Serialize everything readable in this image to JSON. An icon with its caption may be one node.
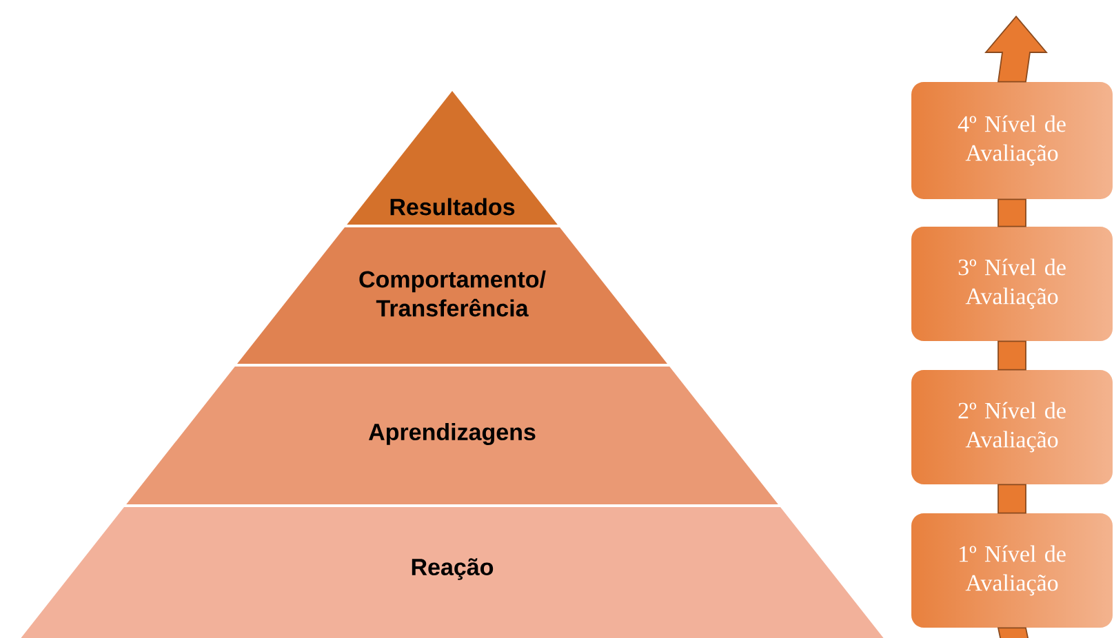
{
  "diagram": {
    "nodes": [
      {
        "text": [
          "Resultados"
        ]
      },
      {
        "text": [
          "Comportamento/ Transferência"
        ]
      },
      {
        "text": [
          "Aprendizagens"
        ]
      },
      {
        "text": [
          "Reação"
        ]
      },
      {
        "text": [
          "4º Nível de Avaliação"
        ]
      },
      {
        "text": [
          "3º Nível de Avaliação"
        ]
      },
      {
        "text": [
          "2º Nível de Avaliação"
        ]
      },
      {
        "text": [
          "1º Nível de Avaliação"
        ]
      }
    ],
    "edges": [
      {
        "from": null,
        "to": 7,
        "arrow": "none"
      },
      {
        "from": 7,
        "to": 6,
        "arrow": "none"
      },
      {
        "from": 6,
        "to": 5,
        "arrow": "none"
      },
      {
        "from": 5,
        "to": 4,
        "arrow": "none"
      },
      {
        "from": 4,
        "to": null,
        "arrow": "to"
      }
    ]
  }
}
